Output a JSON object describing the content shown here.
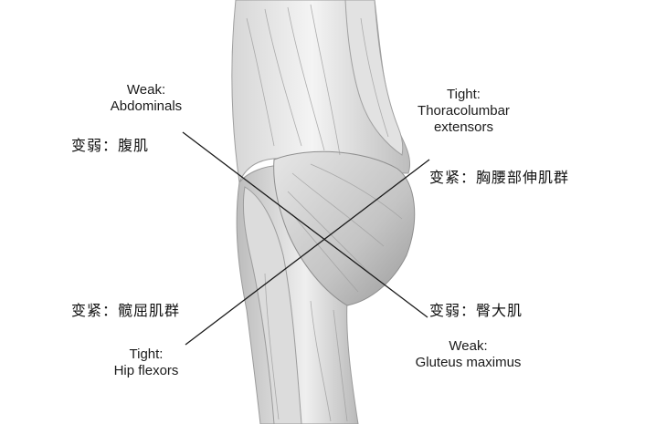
{
  "colors": {
    "line": "#1a1a1a",
    "muscle_light": "#f2f2f2",
    "muscle_mid": "#c9c9c9",
    "muscle_dark": "#8a8a8a"
  },
  "labels": {
    "top_left": {
      "line1": "Weak:",
      "line2": "Abdominals",
      "chinese": "变弱：腹肌"
    },
    "top_right": {
      "line1": "Tight:",
      "line2": "Thoracolumbar",
      "line3": "extensors",
      "chinese": "变紧：胸腰部伸肌群"
    },
    "bottom_left": {
      "chinese": "变紧：髋屈肌群",
      "line1": "Tight:",
      "line2": "Hip flexors"
    },
    "bottom_right": {
      "chinese": "变弱：臀大肌",
      "line1": "Weak:",
      "line2": "Gluteus maximus"
    }
  }
}
